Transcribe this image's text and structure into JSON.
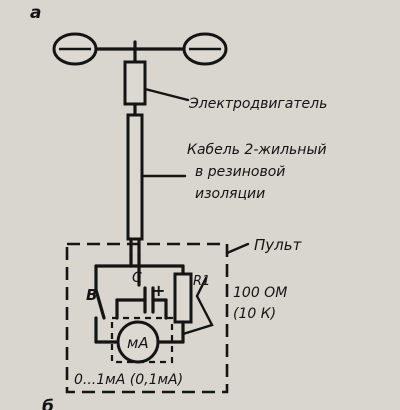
{
  "figure_letter": "а",
  "figure_letter_bottom": "б",
  "labels": {
    "motor": "Электродвигатель",
    "cable_line1": "Кабель 2-жильный",
    "cable_line2": "в резиновой",
    "cable_line3": "изоляции",
    "console": "Пульт",
    "switch": "B",
    "capacitor": "C",
    "plus": "+",
    "resistor": "R1",
    "resistance_value": "100 ОМ",
    "resistance_alt": "(10 К)",
    "meter": "мА",
    "meter_range": "0...1мА (0,1мА)"
  },
  "colors": {
    "paper": "#d9d6cf",
    "ink": "#141414"
  }
}
